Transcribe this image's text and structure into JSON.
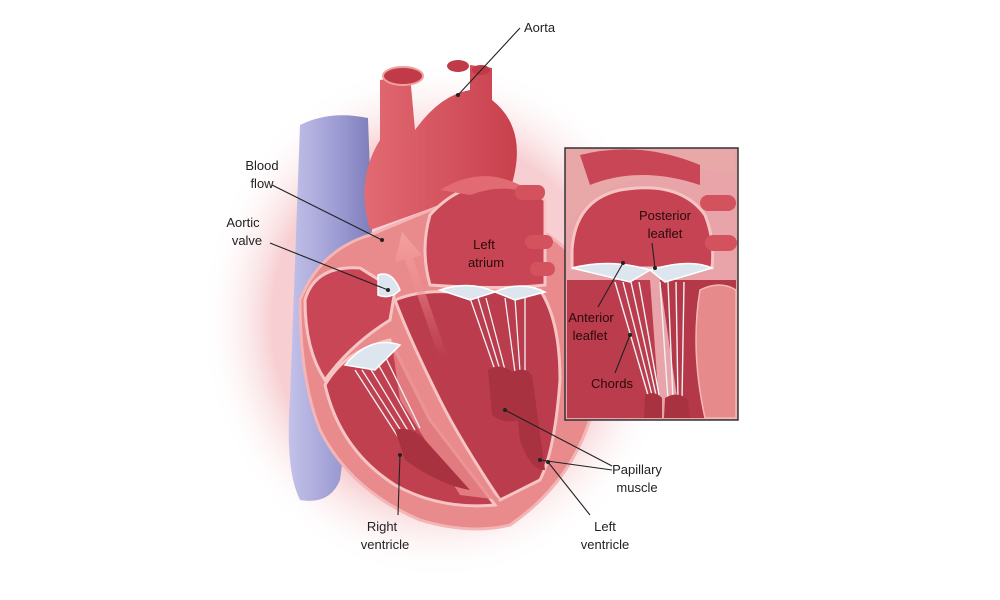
{
  "labels": {
    "aorta": "Aorta",
    "blood_flow": [
      "Blood",
      "flow"
    ],
    "aortic_valve": [
      "Aortic",
      "valve"
    ],
    "left_atrium": [
      "Left",
      "atrium"
    ],
    "posterior_leaflet": [
      "Posterior",
      "leaflet"
    ],
    "anterior_leaflet": [
      "Anterior",
      "leaflet"
    ],
    "chords": "Chords",
    "papillary_muscle": [
      "Papillary",
      "muscle"
    ],
    "right_ventricle": [
      "Right",
      "ventricle"
    ],
    "left_ventricle": [
      "Left",
      "ventricle"
    ]
  },
  "colors": {
    "muscle": "#d9545e",
    "muscle_dark": "#b23a48",
    "muscle_light": "#f08a8a",
    "vein": "#a9a8d8",
    "valve": "#dde6ee",
    "glow": "#f7d0d0"
  }
}
